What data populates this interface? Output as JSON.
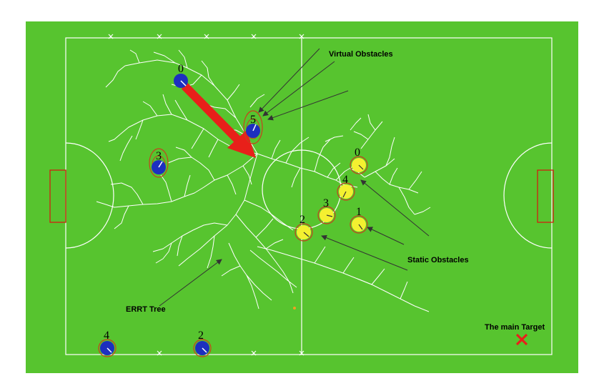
{
  "labels": {
    "virtual_obstacles": "Virtual Obstacles",
    "static_obstacles": "Static Obstacles",
    "errt_tree": "ERRT Tree",
    "main_target": "The main Target"
  },
  "robots": {
    "blue": [
      "0",
      "5",
      "3",
      "4",
      "2"
    ],
    "yellow": [
      "0",
      "4",
      "3",
      "1",
      "2"
    ]
  },
  "colors": {
    "field": "#57c42f",
    "lines": "#ffffff",
    "blue_robot": "#1d2fbf",
    "yellow_robot": "#f4f030",
    "obstacle_ring": "#c8401c",
    "arrow": "#e8201a",
    "target": "#e8201a",
    "goal": "#d02010"
  },
  "icons": {
    "target_marker": "x-mark-icon",
    "path_arrow": "arrow-icon"
  }
}
